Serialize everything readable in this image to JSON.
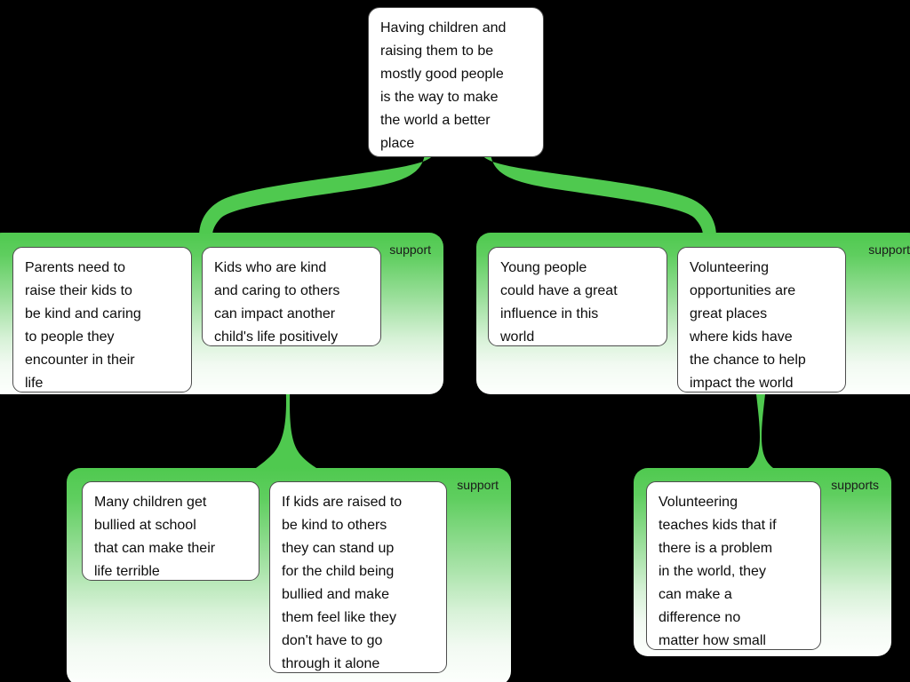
{
  "diagram": {
    "type": "argument-map",
    "title": "Having children and raising them to be mostly good people is the way to make the world a better place",
    "background_color": "#000000",
    "accent_color": "#4FC94F",
    "card_color": "#FFFFFF",
    "root": {
      "text": "Having children and\nraising them to be\nmostly good people\nis the way to make\nthe world a better\nplace"
    },
    "groups": [
      {
        "id": "support-left-top",
        "label": "support",
        "cards": [
          {
            "id": "parents-raise-kids",
            "text": "Parents need to\nraise their kids to\nbe kind and caring\nto people they\nencounter in their\nlife"
          },
          {
            "id": "kids-kind-impact",
            "text": "Kids who are kind\nand caring to others\ncan impact another\nchild's life positively"
          }
        ]
      },
      {
        "id": "support-right-top",
        "label": "support",
        "cards": [
          {
            "id": "young-people-influence",
            "text": "Young people\ncould have a great\ninfluence in this\nworld"
          },
          {
            "id": "volunteering-opportunities",
            "text": "Volunteering\nopportunities are\ngreat places\nwhere kids have\nthe chance to help\nimpact the world"
          }
        ]
      },
      {
        "id": "support-left-bottom",
        "label": "support",
        "cards": [
          {
            "id": "children-bullied",
            "text": "Many children get\nbullied at school\nthat can make their\nlife terrible"
          },
          {
            "id": "kids-stand-up",
            "text": "If kids are raised to\nbe kind to others\nthey can stand up\nfor the child being\nbullied and make\nthem feel like they\ndon't have to go\nthrough it alone"
          }
        ]
      },
      {
        "id": "support-right-bottom",
        "label": "supports",
        "cards": [
          {
            "id": "volunteering-teaches",
            "text": "Volunteering\nteaches kids that if\nthere is a problem\nin the world, they\ncan make a\ndifference no\nmatter how small"
          }
        ]
      }
    ]
  }
}
